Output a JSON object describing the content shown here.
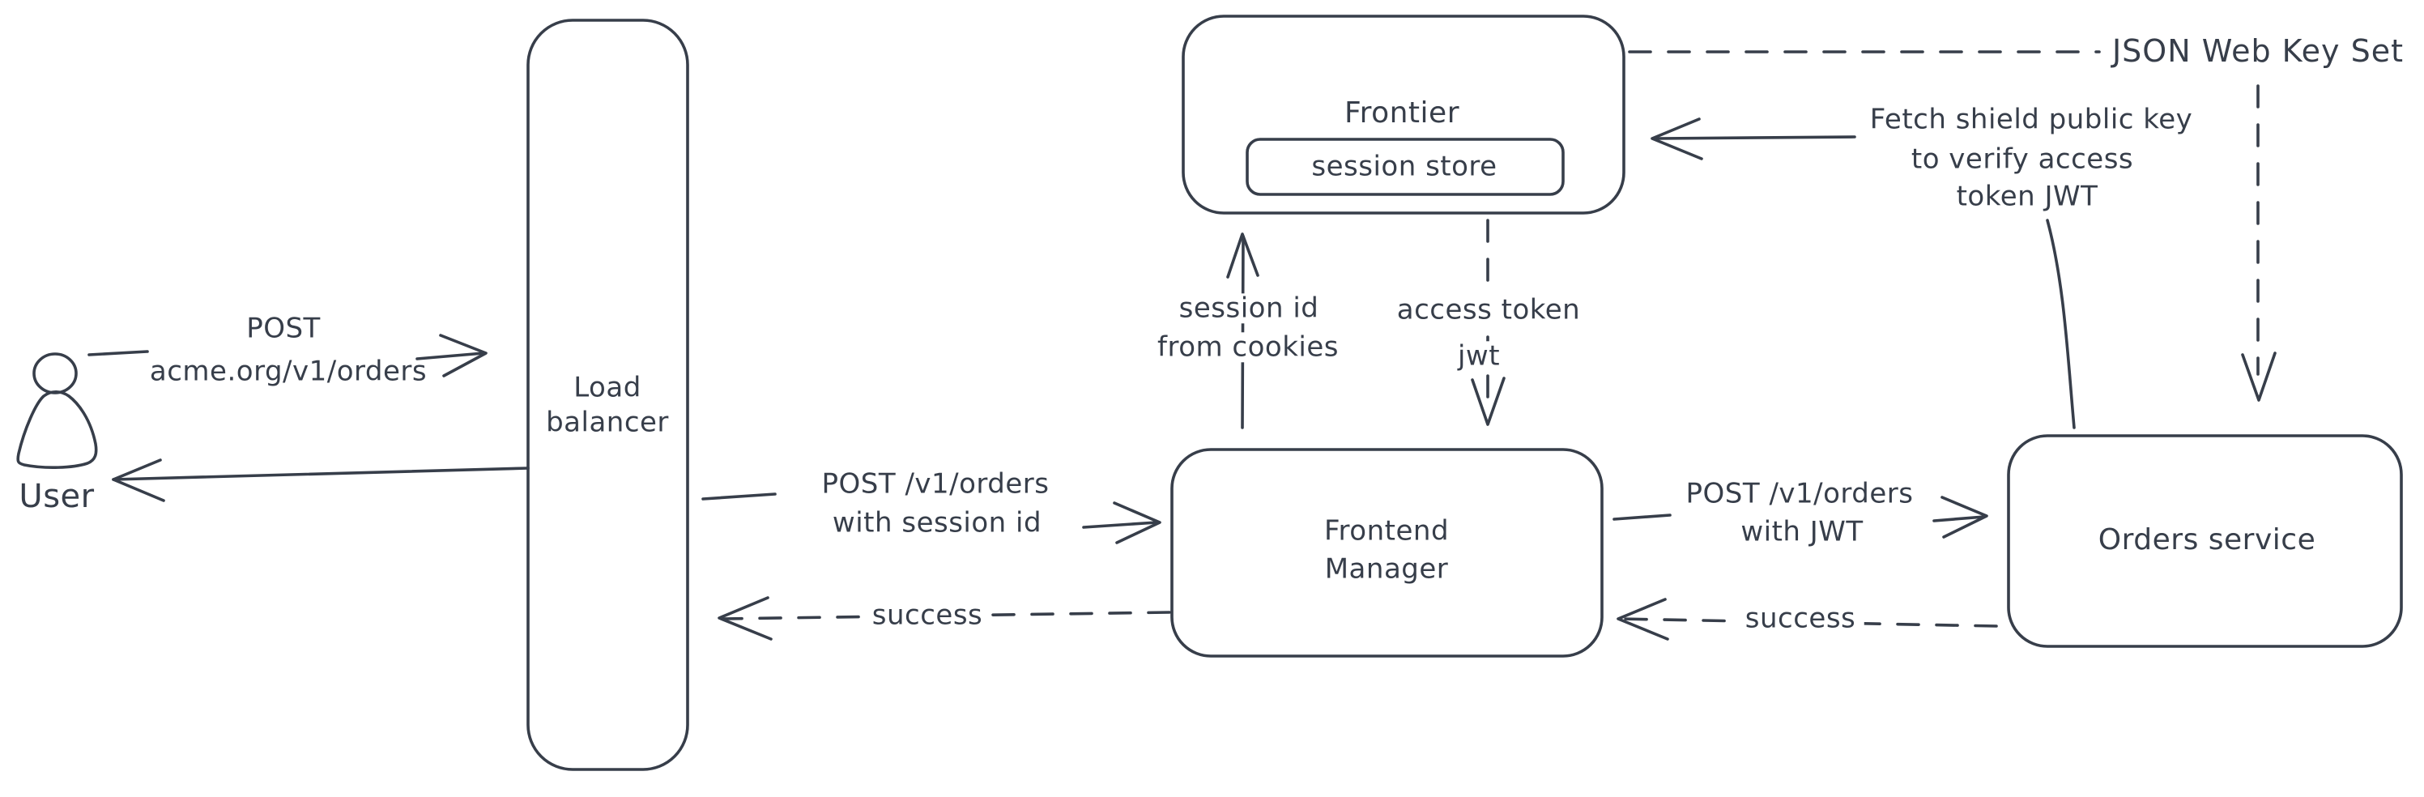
{
  "diagram": {
    "title": "Session to JWT auth flow diagram",
    "colors": {
      "stroke": "#373e4a",
      "hatch": "#c7d1dd",
      "background": "#ffffff"
    },
    "nodes": {
      "user": {
        "label": "User"
      },
      "load_balancer": {
        "line1": "Load",
        "line2": "balancer"
      },
      "frontier": {
        "label": "Frontier"
      },
      "session_store": {
        "label": "session store"
      },
      "frontend_manager": {
        "line1": "Frontend",
        "line2": "Manager"
      },
      "orders_service": {
        "label": "Orders service"
      },
      "jwks": {
        "label": "JSON Web Key Set"
      }
    },
    "edges": {
      "user_to_lb": {
        "line1": "POST",
        "line2": "acme.org/v1/orders"
      },
      "lb_to_fm": {
        "line1": "POST /v1/orders",
        "line2": "with session id"
      },
      "fm_to_lb_success": {
        "label": "success"
      },
      "fm_to_frontier": {
        "line1": "session id",
        "line2": "from cookies"
      },
      "frontier_to_fm": {
        "line1": "access token",
        "line2": "jwt"
      },
      "fm_to_orders": {
        "line1": "POST /v1/orders",
        "line2": "with JWT"
      },
      "orders_to_fm_success": {
        "label": "success"
      },
      "orders_to_frontier": {
        "line1": "Fetch shield public key",
        "line2": "to verify access",
        "line3": "token JWT"
      }
    }
  }
}
